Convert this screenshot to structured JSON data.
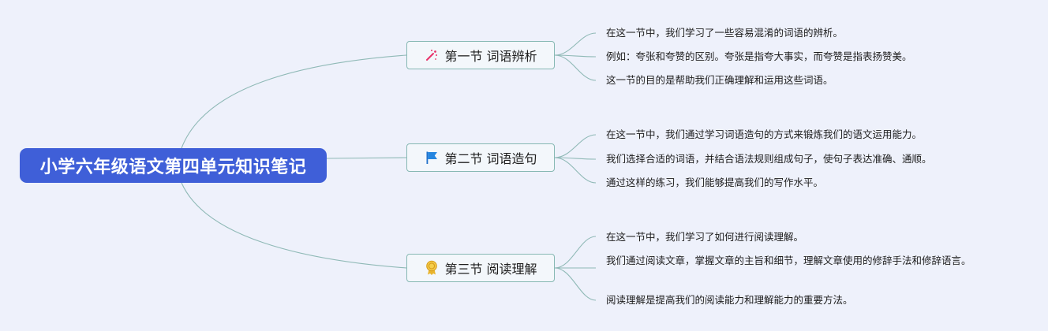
{
  "root": {
    "title": "小学六年级语文第四单元知识笔记"
  },
  "sections": [
    {
      "title": "第一节 词语辨析",
      "icon": "magic-wand-icon",
      "notes": [
        "在这一节中，我们学习了一些容易混淆的词语的辨析。",
        "例如：夸张和夸赞的区别。夸张是指夸大事实，而夸赞是指表扬赞美。",
        "这一节的目的是帮助我们正确理解和运用这些词语。"
      ]
    },
    {
      "title": "第二节 词语造句",
      "icon": "flag-icon",
      "notes": [
        "在这一节中，我们通过学习词语造句的方式来锻炼我们的语文运用能力。",
        "我们选择合适的词语，并结合语法规则组成句子，使句子表达准确、通顺。",
        "通过这样的练习，我们能够提高我们的写作水平。"
      ]
    },
    {
      "title": "第三节 阅读理解",
      "icon": "award-medal-icon",
      "notes": [
        "在这一节中，我们学习了如何进行阅读理解。",
        "我们通过阅读文章，掌握文章的主旨和细节，理解文章使用的修辞手法和修辞语言。",
        "阅读理解是提高我们的阅读能力和理解能力的重要方法。"
      ]
    }
  ],
  "colors": {
    "root_fill": "#3f5fd8",
    "connector": "#8fb9b6",
    "section_border": "#86b8b3",
    "background": "#eef1fb"
  }
}
